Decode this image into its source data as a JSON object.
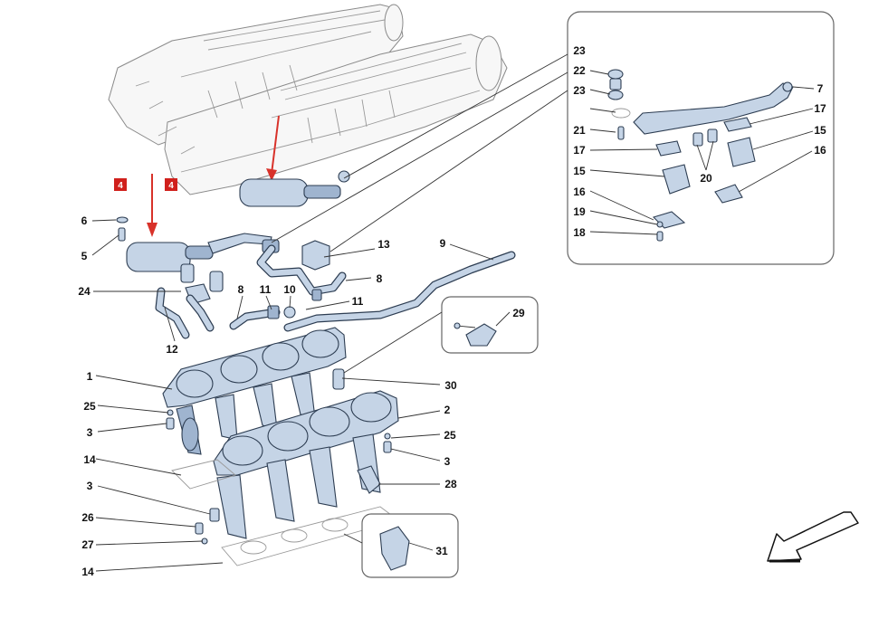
{
  "labels": {
    "l1": "1",
    "l2": "2",
    "l3a": "3",
    "l3b": "3",
    "l3c": "3",
    "l5": "5",
    "l6": "6",
    "l7": "7",
    "l8a": "8",
    "l8b": "8",
    "l9": "9",
    "l10": "10",
    "l11a": "11",
    "l11b": "11",
    "l12": "12",
    "l13": "13",
    "l14a": "14",
    "l14b": "14",
    "l15a": "15",
    "l15b": "15",
    "l16a": "16",
    "l16b": "16",
    "l17a": "17",
    "l17b": "17",
    "l18": "18",
    "l19": "19",
    "l20": "20",
    "l21": "21",
    "l22": "22",
    "l23a": "23",
    "l23b": "23",
    "l24": "24",
    "l25a": "25",
    "l25b": "25",
    "l26": "26",
    "l27": "27",
    "l28": "28",
    "l29": "29",
    "l30": "30",
    "l31": "31"
  },
  "markers": {
    "m4a": "4",
    "m4b": "4"
  },
  "colors": {
    "part_fill": "#c5d4e6",
    "part_stroke": "#2d3d52",
    "marker_red": "#d0201c",
    "arrow_red": "#d8322a"
  },
  "icons": {
    "direction_arrow": "direction-arrow-icon"
  }
}
